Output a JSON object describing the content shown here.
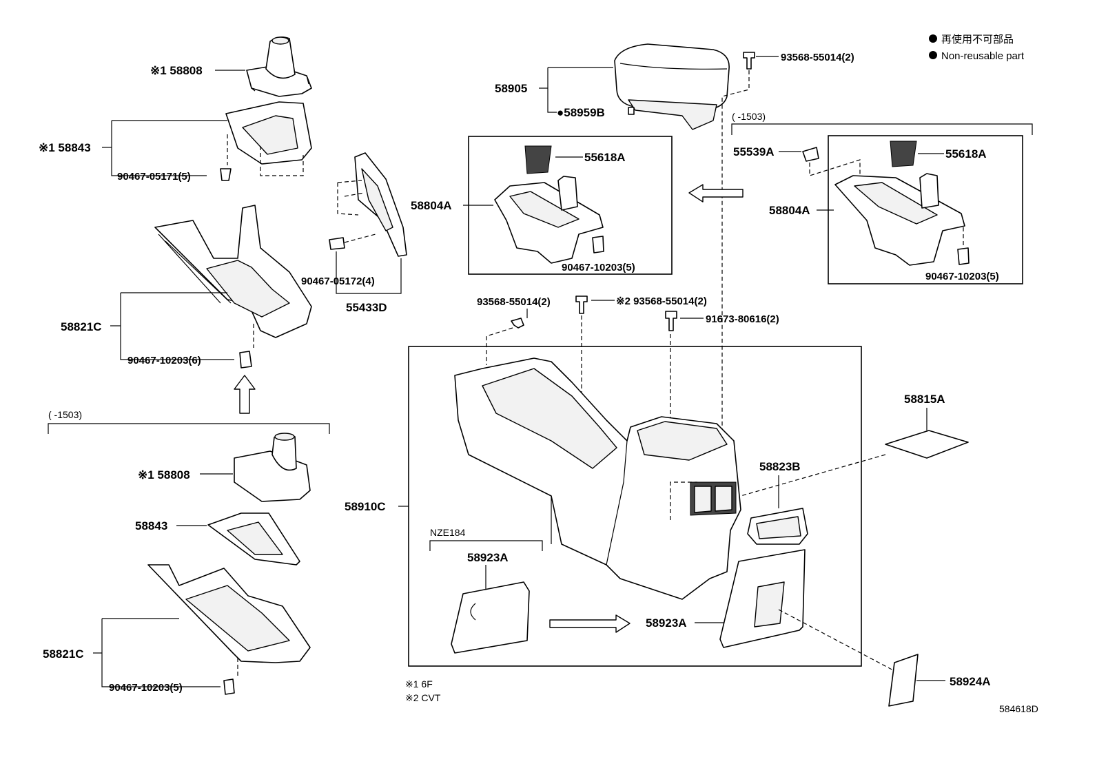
{
  "legend": {
    "item_jp": "再使用不可部品",
    "item_en": "Non-reusable part"
  },
  "notes": {
    "note1": "※1 6F",
    "note2": "※2 CVT",
    "diagram_id": "584618D"
  },
  "ranges": {
    "top_left": "(      -1503)",
    "top_right": "(      -1503)",
    "variant": "NZE184"
  },
  "labels": {
    "p58808_top": "※1 58808",
    "p58843_top": "※1 58843",
    "p90467_05171": "90467-05171(5)",
    "p58821c_top": "58821C",
    "p90467_10203_6": "90467-10203(6)",
    "p90467_05172": "90467-05172(4)",
    "p55433d": "55433D",
    "p58808_bot": "※1 58808",
    "p58843_bot": "58843",
    "p58821c_bot": "58821C",
    "p90467_10203_5a": "90467-10203(5)",
    "p58905": "58905",
    "p58959b": "●58959B",
    "p93568_top": "93568-55014(2)",
    "p55618a_l": "55618A",
    "p58804a_l": "58804A",
    "p90467_10203_5b": "90467-10203(5)",
    "p55539a": "55539A",
    "p55618a_r": "55618A",
    "p58804a_r": "58804A",
    "p90467_10203_5c": "90467-10203(5)",
    "p93568_mid": "93568-55014(2)",
    "p93568_cvt": "※2 93568-55014(2)",
    "p91673": "91673-80616(2)",
    "p58910c": "58910C",
    "p58815a": "58815A",
    "p58823b": "58823B",
    "p58923a_l": "58923A",
    "p58923a_r": "58923A",
    "p58924a": "58924A"
  }
}
